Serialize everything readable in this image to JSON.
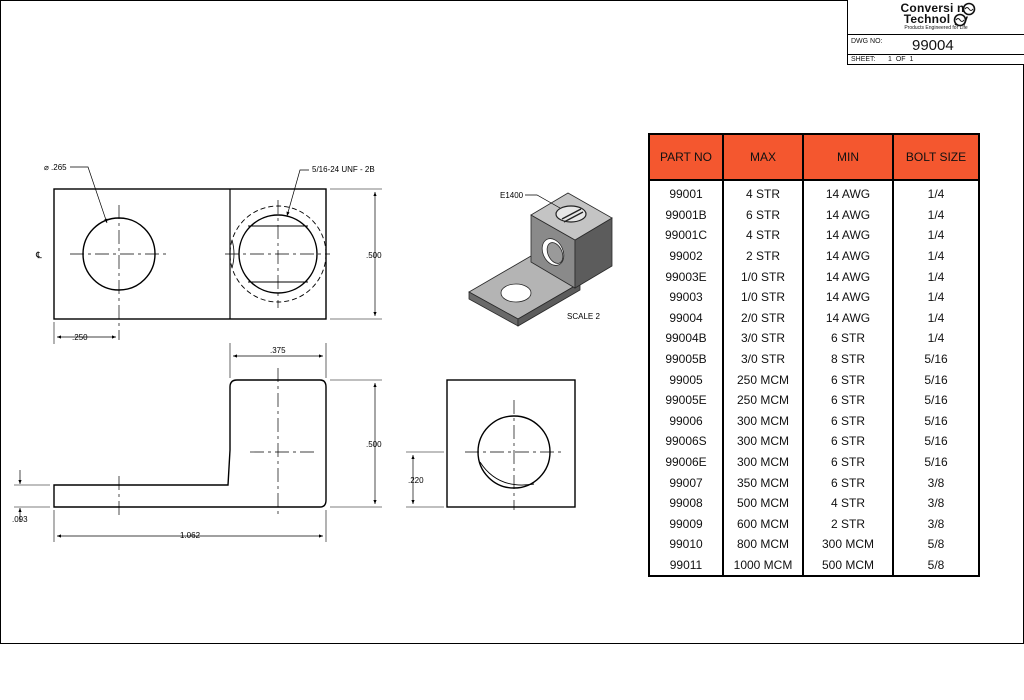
{
  "titleblock": {
    "logo_line1": "Conversi  ns",
    "logo_line2": "Technol  gy",
    "tagline": "Products Engineered for Life",
    "dwg_no_label": "DWG NO:",
    "dwg_no": "99004",
    "sheet_label": "SHEET:",
    "sheet_value": "1 OF 1"
  },
  "dimensions": {
    "hole_dia": "⌀ .265",
    "thread": "5/16-24 UNF - 2B",
    "centerline_symbol": "℄",
    "height_top": ".500",
    "tab_offset": ".250",
    "body_width": ".375",
    "height_front": ".500",
    "thickness": ".093",
    "overall_length": "1.062",
    "hole_center_height": ".220"
  },
  "iso_view": {
    "callout": "E1400",
    "scale": "SCALE 2"
  },
  "table": {
    "headers": [
      "PART NO",
      "MAX",
      "MIN",
      "BOLT SIZE"
    ],
    "rows": [
      [
        "99001",
        "4 STR",
        "14 AWG",
        "1/4"
      ],
      [
        "99001B",
        "6 STR",
        "14 AWG",
        "1/4"
      ],
      [
        "99001C",
        "4 STR",
        "14 AWG",
        "1/4"
      ],
      [
        "99002",
        "2 STR",
        "14 AWG",
        "1/4"
      ],
      [
        "99003E",
        "1/0 STR",
        "14 AWG",
        "1/4"
      ],
      [
        "99003",
        "1/0 STR",
        "14 AWG",
        "1/4"
      ],
      [
        "99004",
        "2/0 STR",
        "14 AWG",
        "1/4"
      ],
      [
        "99004B",
        "3/0 STR",
        "6 STR",
        "1/4"
      ],
      [
        "99005B",
        "3/0 STR",
        "8 STR",
        "5/16"
      ],
      [
        "99005",
        "250 MCM",
        "6 STR",
        "5/16"
      ],
      [
        "99005E",
        "250 MCM",
        "6 STR",
        "5/16"
      ],
      [
        "99006",
        "300 MCM",
        "6 STR",
        "5/16"
      ],
      [
        "99006S",
        "300 MCM",
        "6 STR",
        "5/16"
      ],
      [
        "99006E",
        "300 MCM",
        "6 STR",
        "5/16"
      ],
      [
        "99007",
        "350 MCM",
        "6 STR",
        "3/8"
      ],
      [
        "99008",
        "500 MCM",
        "4 STR",
        "3/8"
      ],
      [
        "99009",
        "600 MCM",
        "2 STR",
        "3/8"
      ],
      [
        "99010",
        "800 MCM",
        "300 MCM",
        "5/8"
      ],
      [
        "99011",
        "1000 MCM",
        "500 MCM",
        "5/8"
      ]
    ]
  },
  "colors": {
    "header_fill": "#f4572f",
    "part_fill": "#8a8a8a",
    "part_top": "#b4b4b4",
    "part_dark": "#5c5c5c"
  }
}
